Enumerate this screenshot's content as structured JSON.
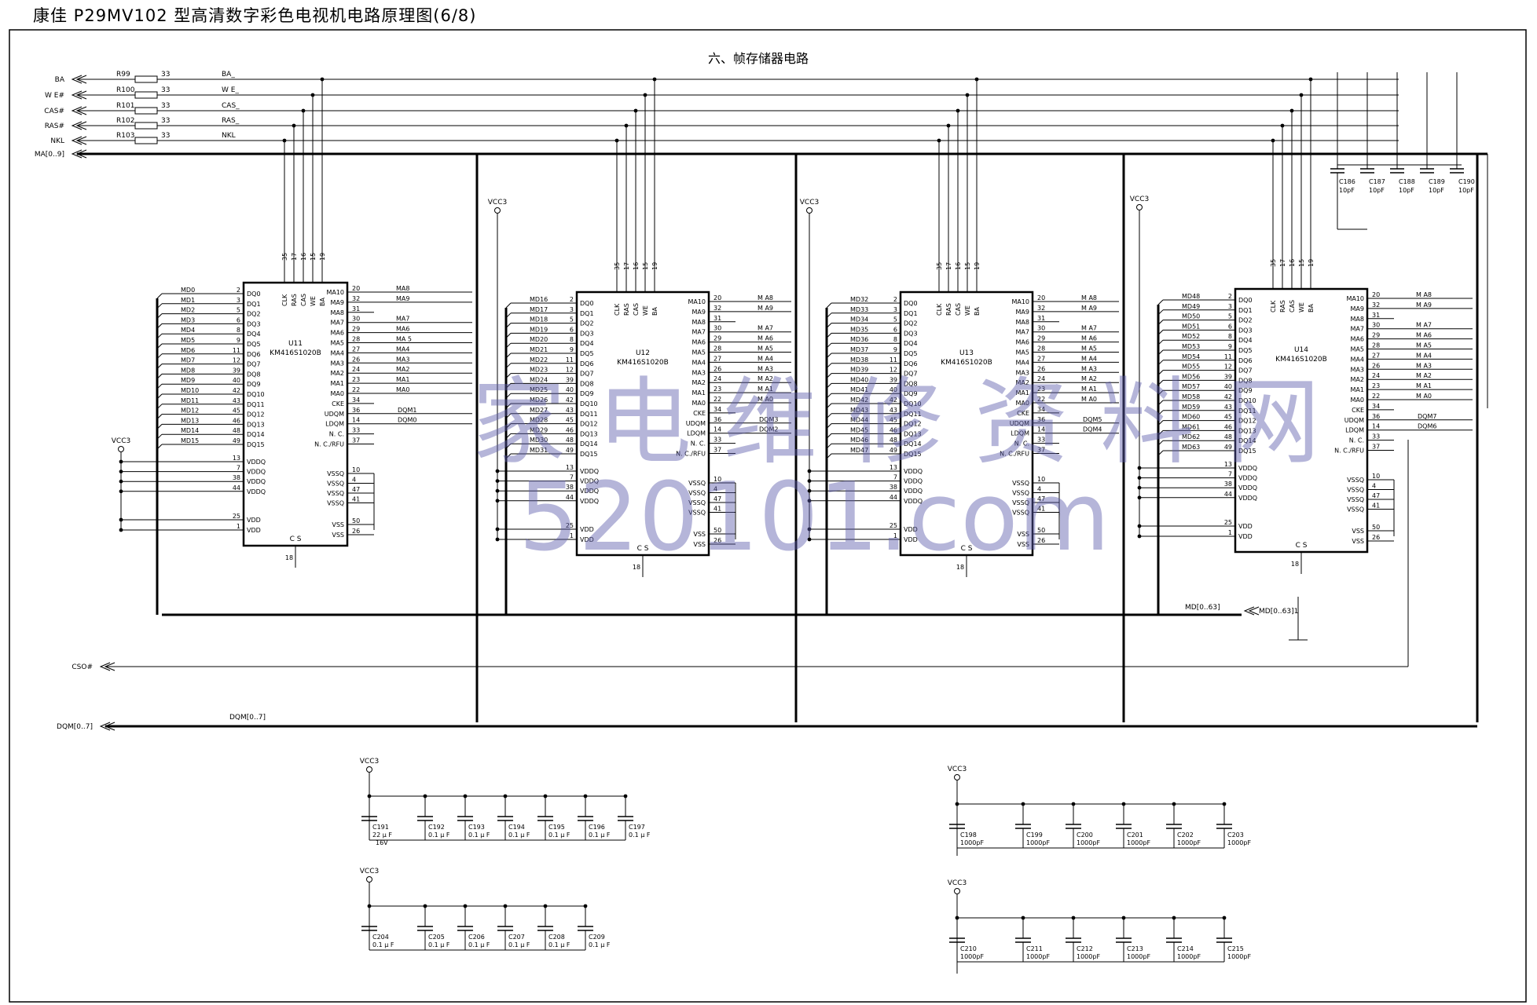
{
  "title": "康佳 P29MV102 型高清数字彩色电视机电路原理图(6/8)",
  "section_title": "六、帧存储器电路",
  "watermark_line1": "家电维修资料网",
  "watermark_line2": "520101.com",
  "input_signals": [
    {
      "net": "BA",
      "resistor": "R99",
      "value": "33",
      "out": "BA_"
    },
    {
      "net": "W E#",
      "resistor": "R100",
      "value": "33",
      "out": "W E_"
    },
    {
      "net": "CAS#",
      "resistor": "R101",
      "value": "33",
      "out": "CAS_"
    },
    {
      "net": "RAS#",
      "resistor": "R102",
      "value": "33",
      "out": "RAS_"
    },
    {
      "net": "NKL",
      "resistor": "R103",
      "value": "33",
      "out": "NKL"
    }
  ],
  "bus_labels": {
    "ma": "MA[0..9]",
    "cs": "CSO#",
    "dqm": "DQM[0..7]",
    "dqm_inner": "DQM[0..7]",
    "md": "MD[0..63]",
    "md_in": "MD[0..63]1"
  },
  "vcc": "VCC3",
  "chip_part": "KM416S1020B",
  "top_pins": {
    "names": [
      "CLK",
      "RAS",
      "CAS",
      "WE",
      "BA"
    ],
    "nums": [
      "35",
      "17",
      "16",
      "15",
      "19"
    ]
  },
  "left_pins": [
    [
      "DQ0",
      "2"
    ],
    [
      "DQ1",
      "3"
    ],
    [
      "DQ2",
      "5"
    ],
    [
      "DQ3",
      "6"
    ],
    [
      "DQ4",
      "8"
    ],
    [
      "DQ5",
      "9"
    ],
    [
      "DQ6",
      "11"
    ],
    [
      "DQ7",
      "12"
    ],
    [
      "DQ8",
      "39"
    ],
    [
      "DQ9",
      "40"
    ],
    [
      "DQ10",
      "42"
    ],
    [
      "DQ11",
      "43"
    ],
    [
      "DQ12",
      "45"
    ],
    [
      "DQ13",
      "46"
    ],
    [
      "DQ14",
      "48"
    ],
    [
      "DQ15",
      "49"
    ]
  ],
  "left_power": [
    [
      "VDDQ",
      "13"
    ],
    [
      "VDDQ",
      "7"
    ],
    [
      "VDDQ",
      "38"
    ],
    [
      "VDDQ",
      "44"
    ],
    [
      "VDD",
      "25"
    ],
    [
      "VDD",
      "1"
    ]
  ],
  "right_pins": [
    [
      "MA10",
      "20"
    ],
    [
      "MA9",
      "32"
    ],
    [
      "MA8",
      "31"
    ],
    [
      "MA7",
      "30"
    ],
    [
      "MA6",
      "29"
    ],
    [
      "MA5",
      "28"
    ],
    [
      "MA4",
      "27"
    ],
    [
      "MA3",
      "26"
    ],
    [
      "MA2",
      "24"
    ],
    [
      "MA1",
      "23"
    ],
    [
      "MA0",
      "22"
    ],
    [
      "CKE",
      "34"
    ],
    [
      "UDQM",
      "36"
    ],
    [
      "LDQM",
      "14"
    ],
    [
      "N. C.",
      "33"
    ],
    [
      "N. C./RFU",
      "37"
    ],
    [
      "VSSQ",
      "10"
    ],
    [
      "VSSQ",
      "4"
    ],
    [
      "VSSQ",
      "47"
    ],
    [
      "VSSQ",
      "41"
    ],
    [
      "VSS",
      "50"
    ],
    [
      "VSS",
      "26"
    ]
  ],
  "cs_pin": [
    "C S",
    "18"
  ],
  "chips": [
    {
      "ref": "U11",
      "md": [
        "MD0",
        "MD1",
        "MD2",
        "MD3",
        "MD4",
        "MD5",
        "MD6",
        "MD7",
        "MD8",
        "MD9",
        "MD10",
        "MD11",
        "MD12",
        "MD13",
        "MD14",
        "MD15"
      ],
      "ma": [
        "MA8",
        "MA9",
        "MA7",
        "MA6",
        "MA 5",
        "MA4",
        "MA3",
        "MA2",
        "MA1",
        "MA0"
      ],
      "dqm": [
        "DQM1",
        "DQM0"
      ]
    },
    {
      "ref": "U12",
      "md": [
        "MD16",
        "MD17",
        "MD18",
        "MD19",
        "MD20",
        "MD21",
        "MD22",
        "MD23",
        "MD24",
        "MD25",
        "MD26",
        "MD27",
        "MD28",
        "MD29",
        "MD30",
        "MD31"
      ],
      "ma": [
        "M A8",
        "M A9",
        "M A7",
        "M A6",
        "M A5",
        "M A4",
        "M A3",
        "M A2",
        "M A1",
        "M A0"
      ],
      "dqm": [
        "DQM3",
        "DQM2"
      ]
    },
    {
      "ref": "U13",
      "md": [
        "MD32",
        "MD33",
        "MD34",
        "MD35",
        "MD36",
        "MD37",
        "MD38",
        "MD39",
        "MD40",
        "MD41",
        "MD42",
        "MD43",
        "MD44",
        "MD45",
        "MD46",
        "MD47"
      ],
      "ma": [
        "M A8",
        "M A9",
        "M A7",
        "M A6",
        "M A5",
        "M A4",
        "M A3",
        "M A2",
        "M A1",
        "M A0"
      ],
      "dqm": [
        "DQM5",
        "DQM4"
      ]
    },
    {
      "ref": "U14",
      "md": [
        "MD48",
        "MD49",
        "MD50",
        "MD51",
        "MD52",
        "MD53",
        "MD54",
        "MD55",
        "MD56",
        "MD57",
        "MD58",
        "MD59",
        "MD60",
        "MD61",
        "MD62",
        "MD63"
      ],
      "ma": [
        "M A8",
        "M A9",
        "M A7",
        "M A6",
        "M A5",
        "M A4",
        "M A3",
        "M A2",
        "M A1",
        "M A0"
      ],
      "dqm": [
        "DQM7",
        "DQM6"
      ]
    }
  ],
  "top_caps": [
    {
      "ref": "C186",
      "val": "10pF"
    },
    {
      "ref": "C187",
      "val": "10pF"
    },
    {
      "ref": "C188",
      "val": "10pF"
    },
    {
      "ref": "C189",
      "val": "10pF"
    },
    {
      "ref": "C190",
      "val": "10pF"
    }
  ],
  "cap_groups": [
    {
      "caps": [
        {
          "ref": "C191",
          "val": "22 μ F",
          "extra": "16V"
        },
        {
          "ref": "C192",
          "val": "0.1 μ F"
        },
        {
          "ref": "C193",
          "val": "0.1 μ F"
        },
        {
          "ref": "C194",
          "val": "0.1 μ F"
        },
        {
          "ref": "C195",
          "val": "0.1 μ F"
        },
        {
          "ref": "C196",
          "val": "0.1 μ F"
        },
        {
          "ref": "C197",
          "val": "0.1 μ F"
        }
      ]
    },
    {
      "caps": [
        {
          "ref": "C204",
          "val": "0.1 μ F"
        },
        {
          "ref": "C205",
          "val": "0.1 μ F"
        },
        {
          "ref": "C206",
          "val": "0.1 μ F"
        },
        {
          "ref": "C207",
          "val": "0.1 μ F"
        },
        {
          "ref": "C208",
          "val": "0.1 μ F"
        },
        {
          "ref": "C209",
          "val": "0.1 μ F"
        }
      ]
    },
    {
      "caps": [
        {
          "ref": "C198",
          "val": "1000pF"
        },
        {
          "ref": "C199",
          "val": "1000pF"
        },
        {
          "ref": "C200",
          "val": "1000pF"
        },
        {
          "ref": "C201",
          "val": "1000pF"
        },
        {
          "ref": "C202",
          "val": "1000pF"
        },
        {
          "ref": "C203",
          "val": "1000pF"
        }
      ]
    },
    {
      "caps": [
        {
          "ref": "C210",
          "val": "1000pF"
        },
        {
          "ref": "C211",
          "val": "1000pF"
        },
        {
          "ref": "C212",
          "val": "1000pF"
        },
        {
          "ref": "C213",
          "val": "1000pF"
        },
        {
          "ref": "C214",
          "val": "1000pF"
        },
        {
          "ref": "C215",
          "val": "1000pF"
        }
      ]
    }
  ]
}
